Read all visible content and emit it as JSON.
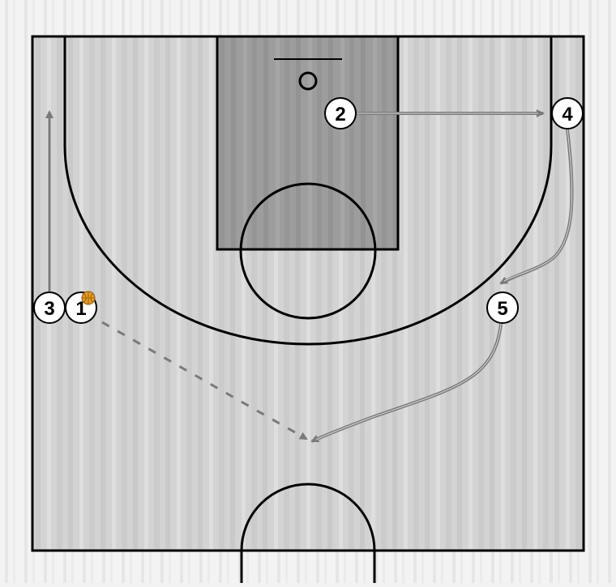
{
  "diagram": {
    "colors": {
      "court_floor": "#d6d6d6",
      "paint": "#9a9a9a",
      "lines": "#000000",
      "player_fill": "#ffffff",
      "arrow": "#7a7a7a",
      "ball": "#e89a1c"
    },
    "players": [
      {
        "id": "p1",
        "label": "1",
        "has_ball": true
      },
      {
        "id": "p2",
        "label": "2",
        "has_ball": false
      },
      {
        "id": "p3",
        "label": "3",
        "has_ball": false
      },
      {
        "id": "p4",
        "label": "4",
        "has_ball": false
      },
      {
        "id": "p5",
        "label": "5",
        "has_ball": false
      }
    ],
    "actions": [
      {
        "id": "a1",
        "type": "pass",
        "from": "1",
        "style": "dashed"
      },
      {
        "id": "a2",
        "type": "cut",
        "from": "2",
        "to": "4",
        "style": "solid"
      },
      {
        "id": "a3",
        "type": "cut",
        "from": "3",
        "style": "solid"
      },
      {
        "id": "a4",
        "type": "cut",
        "from": "4",
        "style": "solid"
      },
      {
        "id": "a5",
        "type": "cut",
        "from": "5",
        "style": "solid"
      }
    ],
    "icons": [
      "basketball-icon",
      "arrowhead-icon"
    ]
  }
}
